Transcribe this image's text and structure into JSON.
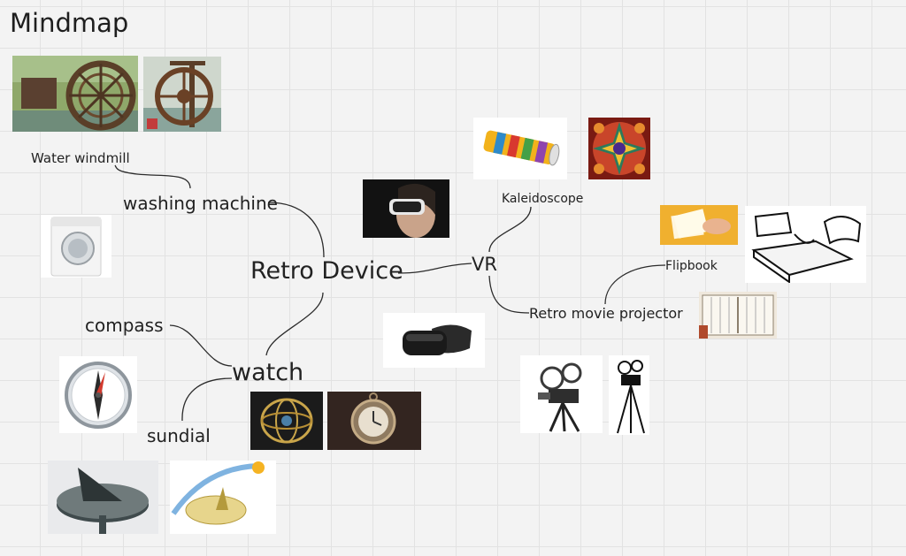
{
  "board": {
    "title": "Mindmap"
  },
  "nodes": {
    "root": "Retro Device",
    "washing_machine": "washing machine",
    "water_windmill": "Water windmill",
    "vr": "VR",
    "kaleidoscope": "Kaleidoscope",
    "flipbook": "Flipbook",
    "movie_projector": "Retro movie projector",
    "watch": "watch",
    "compass": "compass",
    "sundial": "sundial"
  },
  "images": [
    "water-wheel-photo",
    "water-wheel-small-photo",
    "washing-machine-photo",
    "vr-headset-woman-photo",
    "vr-headset-photo",
    "kaleidoscope-tube-photo",
    "kaleidoscope-pattern-image",
    "flipbook-hands-photo",
    "flip-sketch-image",
    "flipbook-pages-photo",
    "film-projector-photo",
    "camera-tripod-sketch",
    "compass-icon-image",
    "armillary-watch-photo",
    "pocket-watch-photo",
    "sundial-photo",
    "sundial-diagram-image"
  ],
  "colors": {
    "canvas": "#f3f3f3",
    "grid": "#e2e2e2",
    "connector": "#2b2b2b"
  }
}
